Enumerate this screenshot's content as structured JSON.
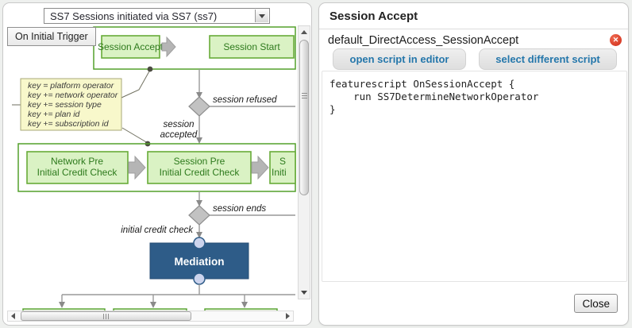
{
  "colors": {
    "container_green": "#53a02b",
    "node_green_fill": "#daf2c4",
    "node_green_border": "#68ab38",
    "node_green_text": "#2e7a1d",
    "note_yellow_fill": "#f8f8cb",
    "mediation_blue": "#2e5c88",
    "port_fill": "#ccd4ed",
    "tab_text_blue": "#2577ab",
    "close_icon_red": "#cf2a17",
    "connector_gray": "#999999"
  },
  "left_panel": {
    "workflow_select": {
      "value": "SS7 Sessions initiated via SS7 (ss7)"
    },
    "trigger_button_label": "On Initial Trigger",
    "flowchart": {
      "nodes": {
        "session_accept": "Session Accept",
        "session_start": "Session Start",
        "network_pre_line1": "Network Pre",
        "network_pre_line2": "Initial Credit Check",
        "session_pre_line1": "Session Pre",
        "session_pre_line2": "Initial Credit Check",
        "clipped_line1": "S",
        "clipped_line2": "Initi",
        "mediation": "Mediation"
      },
      "note_lines": [
        "key = platform operator",
        "key += network operator",
        "key += session type",
        "key += plan id",
        "key += subscription id"
      ],
      "edge_labels": {
        "session_refused": "session refused",
        "session_accepted_line1": "session",
        "session_accepted_line2": "accepted",
        "session_ends": "session ends",
        "initial_credit_check": "initial credit check"
      }
    }
  },
  "dialog": {
    "title": "Session Accept",
    "script_name": "default_DirectAccess_SessionAccept",
    "close_icon": "✕",
    "tabs": [
      {
        "label": "open script in editor"
      },
      {
        "label": "select different script"
      }
    ],
    "code_lines": [
      "featurescript OnSessionAccept {",
      "    run SS7DetermineNetworkOperator",
      "}"
    ],
    "close_button_label": "Close"
  }
}
